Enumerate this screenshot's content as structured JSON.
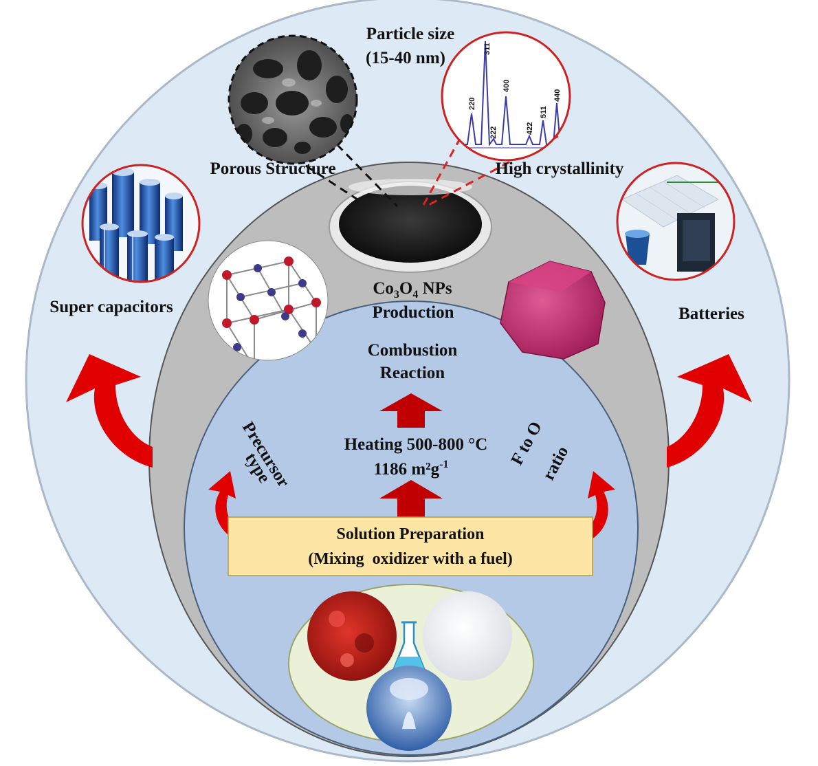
{
  "labels": {
    "particle_size_line1": "Particle size",
    "particle_size_line2": "(15-40 nm)",
    "porous_structure": "Porous Structure",
    "high_crystallinity": "High crystallinity",
    "super_capacitors": "Super capacitors",
    "batteries": "Batteries",
    "production_formula": "Co",
    "production_sub3": "3",
    "production_O": "O",
    "production_sub4": "4",
    "production_nps": " NPs",
    "production_line2": "Production",
    "combustion_line1": "Combustion",
    "combustion_line2": "Reaction",
    "heating_line1": "Heating 500-800 °C",
    "heating_line2_value": "1186 m²g",
    "heating_line2_sup": "-1",
    "precursor_line1": "Precursor",
    "precursor_line2": "type",
    "f_to_o_line1": "F to O",
    "f_to_o_line2": "ratio",
    "solution_line1": "Solution Preparation",
    "solution_line2": "(Mixing  oxidizer with a fuel)"
  },
  "xrd_peaks": [
    "220",
    "311",
    "222",
    "400",
    "422",
    "511",
    "440"
  ],
  "colors": {
    "outer_circle": "#dde9f5",
    "gray_ellipse": "#bdbdbd",
    "inner_circle": "#b4c9e6",
    "bottom_ellipse": "#eaf1d8",
    "solution_box": "#fde6a5",
    "arrow_red": "#e00000",
    "dark_red_arrow": "#c00000",
    "image_ring": "#cc2222"
  }
}
